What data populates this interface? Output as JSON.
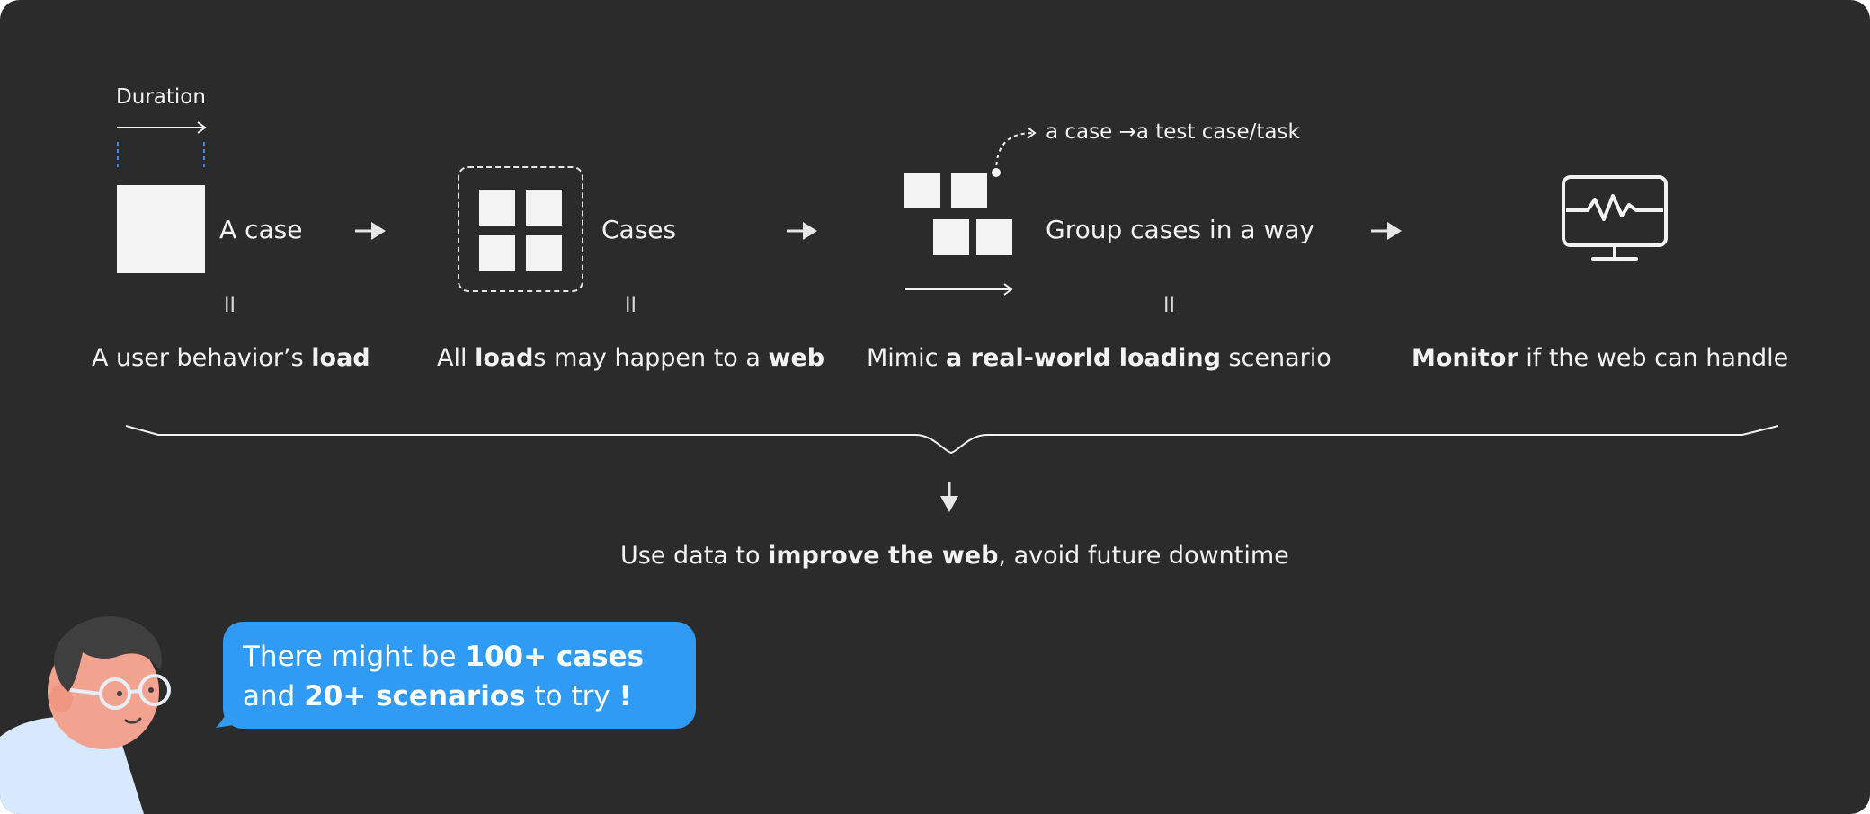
{
  "colors": {
    "background": "#2b2b2b",
    "foreground": "#f2f2f2",
    "accent_blue": "#2f9bf4",
    "guide_blue": "#3d8be0"
  },
  "step1": {
    "duration_label": "Duration",
    "box_label": "A case",
    "equals": "II",
    "caption_prefix": "A user behavior’s ",
    "caption_bold": "load"
  },
  "step2": {
    "box_label": "Cases",
    "equals": "II",
    "caption_a": "All ",
    "caption_b_bold": "load",
    "caption_c": "s may happen to a ",
    "caption_d_bold": "web"
  },
  "step3": {
    "annotation": "a case →a test case/task",
    "box_label": "Group cases in a way",
    "equals": "II",
    "caption_a": "Mimic ",
    "caption_b_bold": "a real-world loading",
    "caption_c": " scenario"
  },
  "step4": {
    "icon": "monitor-heartbeat-icon",
    "caption_bold": "Monitor",
    "caption_rest": " if the web can handle"
  },
  "conclusion": {
    "prefix": "Use data to ",
    "bold": "improve the web",
    "suffix": ", avoid future downtime"
  },
  "bubble": {
    "line1_prefix": "There might be ",
    "line1_bold": "100+ cases",
    "line2_prefix": "and ",
    "line2_bold": "20+ scenarios",
    "line2_suffix": " to try ",
    "line2_exclaim": "!"
  }
}
